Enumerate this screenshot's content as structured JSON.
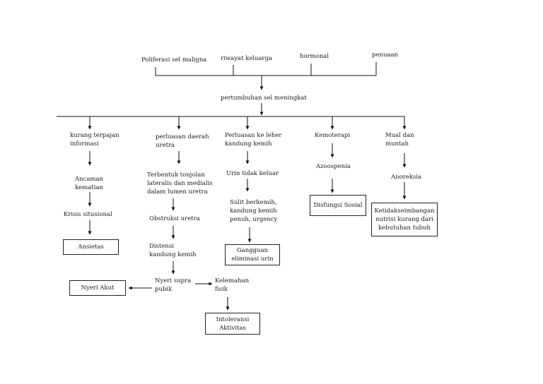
{
  "causes": [
    "Poliferasi sel maligna",
    "riwayat keluarga",
    "hormonal",
    "penuaan"
  ],
  "center": "pertumbuhan sel meningkat",
  "branch1": {
    "n1": "kurang terpajan\ninformasi",
    "n2": "Ancaman\nkematian",
    "n3": "Krisis situsional",
    "dx": "Ansietas"
  },
  "branch2": {
    "n1": "perluasan daerah\nuretra",
    "n2": "Terbentuk tonjolan\nlateralis dan medialis\ndalam lumen uretra",
    "n3": "Obstruksi uretra",
    "n4": "Distensi\nkandung kemih",
    "n5": "Nyeri supra\npubik",
    "dx_left": "Nyeri Akut",
    "n6": "Kelemahan\nfisik",
    "dx_bottom": "Intoleransi\nAktivitas"
  },
  "branch3": {
    "n1": "Perluasan ke leher\nkandung kemih",
    "n2": "Urin tidak keluar",
    "n3": "Sulit berkemih,\nkandung kemih\npenuh, urgency",
    "dx": "Gangguan\neliminasi urin"
  },
  "branch4": {
    "n1": "Kemoterapi",
    "n2": "Azoospenia",
    "dx": "Disfungsi Sosial"
  },
  "branch5": {
    "n1": "Mual dan\nmuntah",
    "n2": "Anoreksia",
    "dx": "Ketidakseimbangan\nnutrisi kurang dari\nkebutuhan tubuh"
  }
}
